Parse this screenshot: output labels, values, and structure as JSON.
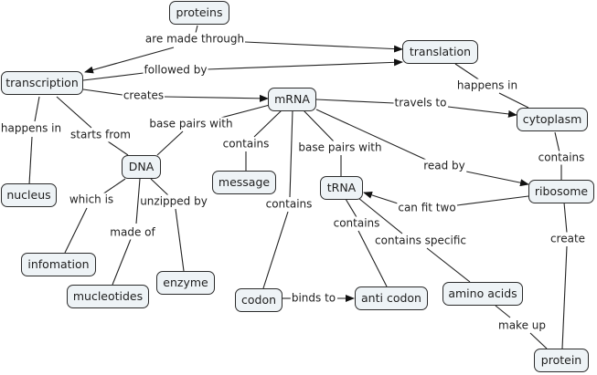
{
  "concept_map": {
    "nodes": {
      "proteins": "proteins",
      "translation": "translation",
      "transcription": "transcription",
      "mRNA": "mRNA",
      "cytoplasm": "cytoplasm",
      "nucleus": "nucleus",
      "DNA": "DNA",
      "message": "message",
      "tRNA": "tRNA",
      "ribosome": "ribosome",
      "infomation": "infomation",
      "mucleotides": "mucleotides",
      "enzyme": "enzyme",
      "codon": "codon",
      "anti_codon": "anti codon",
      "amino_acids": "amino acids",
      "protein": "protein"
    },
    "links": {
      "are_made_through": "are made through",
      "followed_by": "followed by",
      "creates": "creates",
      "happens_in_1": "happens in",
      "starts_from": "starts from",
      "base_pairs_with_1": "base pairs with",
      "contains_1": "contains",
      "base_pairs_with_2": "base pairs with",
      "travels_to": "travels to",
      "happens_in_2": "happens in",
      "contains_2": "contains",
      "read_by": "read by",
      "which_is": "which is",
      "made_of": "made of",
      "unzipped_by": "unzipped by",
      "contains_3": "contains",
      "contains_4": "contains",
      "can_fit_two": "can fit two",
      "contains_specific": "contains specific",
      "create": "create",
      "binds_to": "binds to",
      "make_up": "make up"
    }
  },
  "colors": {
    "node_fill": "#eef3f6",
    "node_border": "#2b2b2b",
    "line": "#222222"
  }
}
